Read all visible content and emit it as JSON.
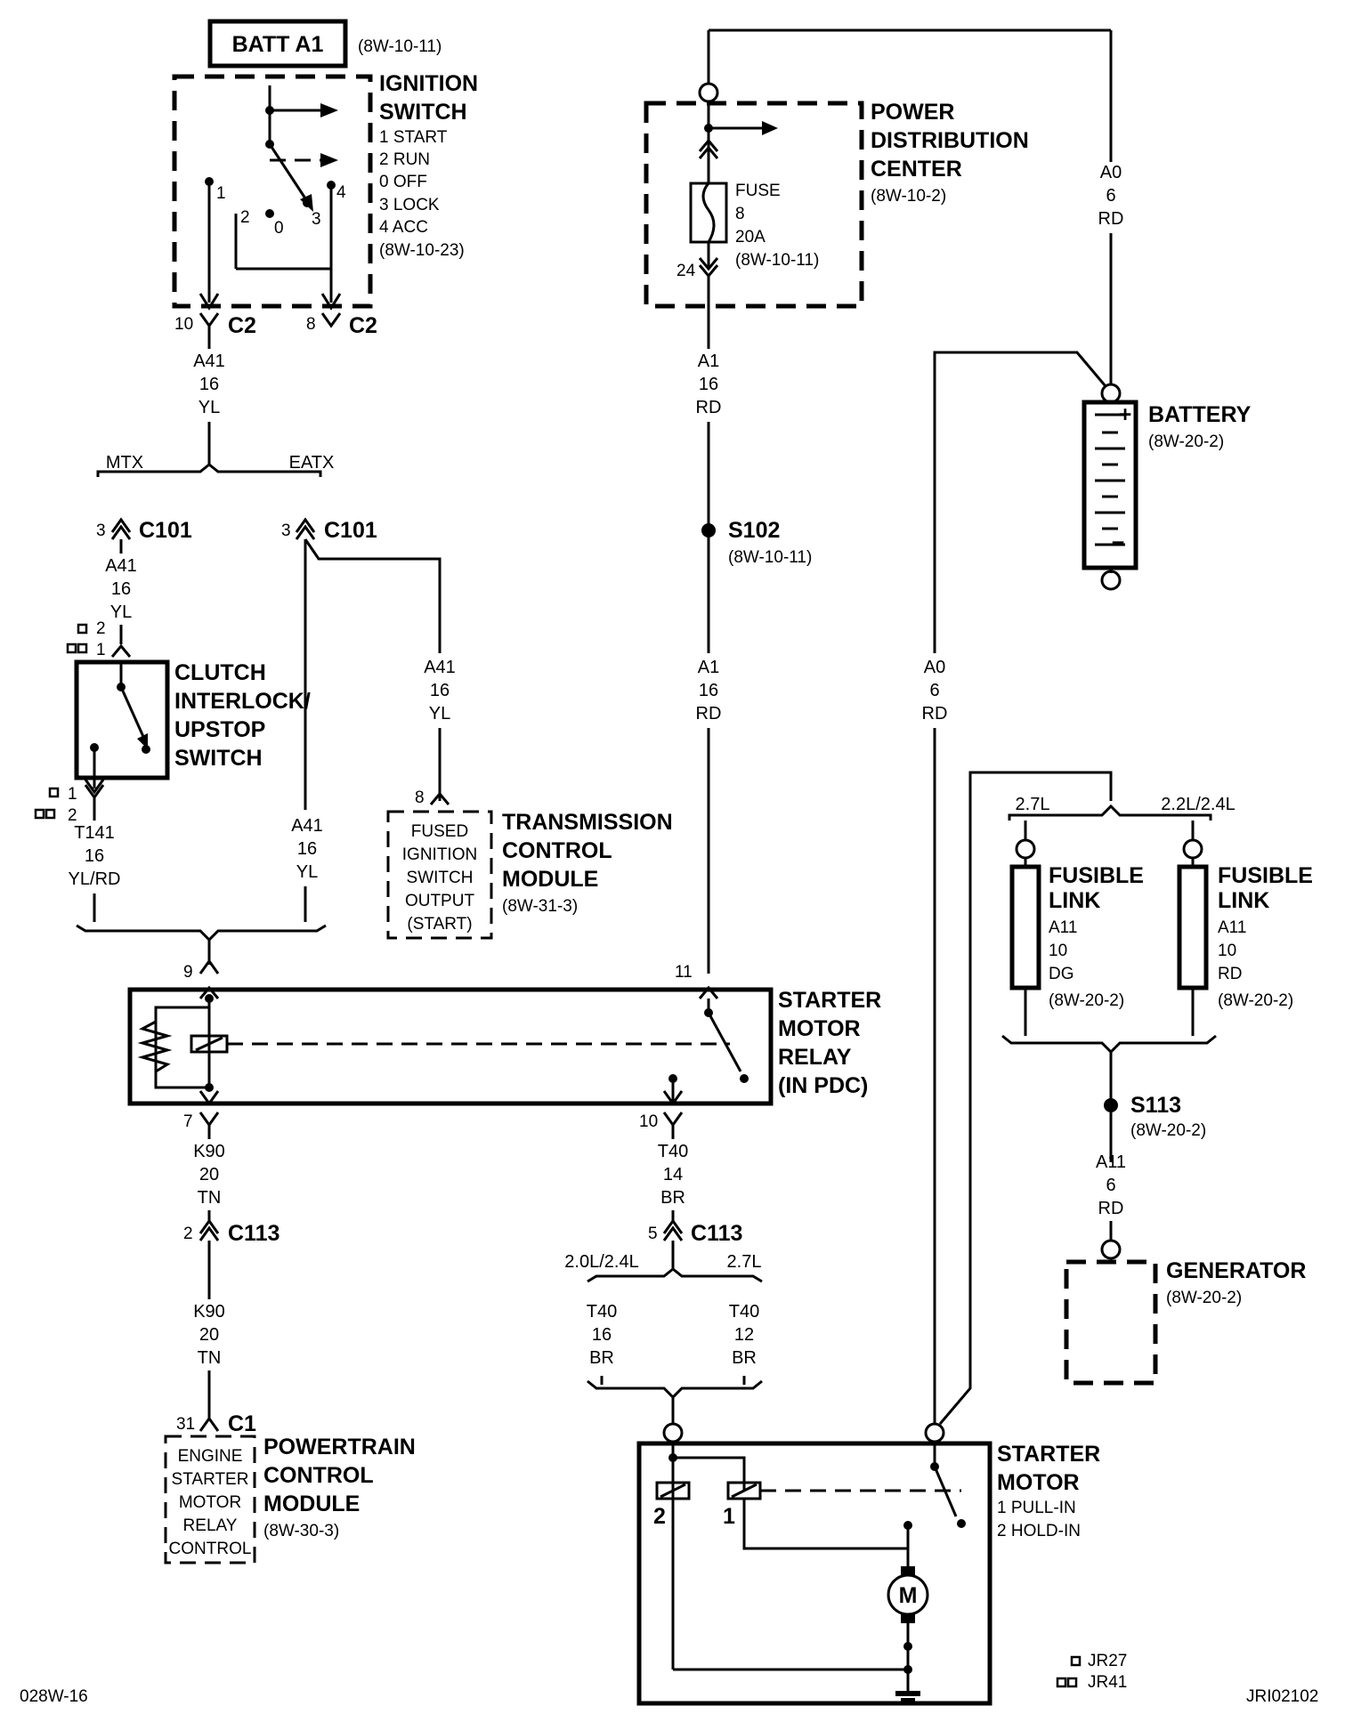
{
  "components": {
    "batt_a1": {
      "label": "BATT A1",
      "ref": "(8W-10-11)"
    },
    "ignition_switch": {
      "title1": "IGNITION",
      "title2": "SWITCH",
      "positions": [
        "1 START",
        "2 RUN",
        "0 OFF",
        "3 LOCK",
        "4 ACC"
      ],
      "ref": "(8W-10-23)",
      "terminals": [
        "1",
        "2",
        "0",
        "3",
        "4"
      ]
    },
    "pdc": {
      "title1": "POWER",
      "title2": "DISTRIBUTION",
      "title3": "CENTER",
      "ref": "(8W-10-2)"
    },
    "fuse": {
      "label": "FUSE",
      "number": "8",
      "rating": "20A",
      "ref": "(8W-10-11)",
      "pin": "24"
    },
    "battery": {
      "title": "BATTERY",
      "ref": "(8W-20-2)",
      "plus": "+",
      "minus": "−"
    },
    "clutch_switch": {
      "title1": "CLUTCH",
      "title2": "INTERLOCK/",
      "title3": "UPSTOP",
      "title4": "SWITCH"
    },
    "tcm": {
      "title1": "TRANSMISSION",
      "title2": "CONTROL",
      "title3": "MODULE",
      "ref": "(8W-31-3)",
      "inner": [
        "FUSED",
        "IGNITION",
        "SWITCH",
        "OUTPUT",
        "(START)"
      ],
      "pin": "8"
    },
    "starter_relay": {
      "title1": "STARTER",
      "title2": "MOTOR",
      "title3": "RELAY",
      "title4": "(IN PDC)"
    },
    "fusible_link_left": {
      "title1": "FUSIBLE",
      "title2": "LINK",
      "circuit": "A11",
      "gauge": "10",
      "color": "DG",
      "ref": "(8W-20-2)"
    },
    "fusible_link_right": {
      "title1": "FUSIBLE",
      "title2": "LINK",
      "circuit": "A11",
      "gauge": "10",
      "color": "RD",
      "ref": "(8W-20-2)"
    },
    "generator": {
      "title": "GENERATOR",
      "ref": "(8W-20-2)"
    },
    "pcm": {
      "title1": "POWERTRAIN",
      "title2": "CONTROL",
      "title3": "MODULE",
      "ref": "(8W-30-3)",
      "inner": [
        "ENGINE",
        "STARTER",
        "MOTOR",
        "RELAY",
        "CONTROL"
      ],
      "pin": "31",
      "connector": "C1"
    },
    "starter_motor": {
      "title1": "STARTER",
      "title2": "MOTOR",
      "line1": "1 PULL-IN",
      "line2": "2 HOLD-IN",
      "motor": "M",
      "coil2": "2",
      "coil1": "1"
    }
  },
  "connectors": {
    "c2_left": {
      "pin": "10",
      "name": "C2"
    },
    "c2_right": {
      "pin": "8",
      "name": "C2"
    },
    "c101_left": {
      "pin": "3",
      "name": "C101"
    },
    "c101_right": {
      "pin": "3",
      "name": "C101"
    },
    "relay_9": "9",
    "relay_7": "7",
    "relay_11": "11",
    "relay_10": "10",
    "c113_left": {
      "pin": "2",
      "name": "C113"
    },
    "c113_right": {
      "pin": "5",
      "name": "C113"
    },
    "clutch_pins": [
      "2",
      "1",
      "1",
      "2"
    ]
  },
  "wires": {
    "a41_top": [
      "A41",
      "16",
      "YL"
    ],
    "a41_c101": [
      "A41",
      "16",
      "YL"
    ],
    "a41_tcm": [
      "A41",
      "16",
      "YL"
    ],
    "t141": [
      "T141",
      "16",
      "YL/RD"
    ],
    "a41_eatx": [
      "A41",
      "16",
      "YL"
    ],
    "a1_top": [
      "A1",
      "16",
      "RD"
    ],
    "a1_bottom": [
      "A1",
      "16",
      "RD"
    ],
    "a0_top": [
      "A0",
      "6",
      "RD"
    ],
    "a0_mid": [
      "A0",
      "6",
      "RD"
    ],
    "k90_top": [
      "K90",
      "20",
      "TN"
    ],
    "k90_bottom": [
      "K90",
      "20",
      "TN"
    ],
    "t40_14": [
      "T40",
      "14",
      "BR"
    ],
    "t40_16": [
      "T40",
      "16",
      "BR"
    ],
    "t40_12": [
      "T40",
      "12",
      "BR"
    ],
    "a11_6": [
      "A11",
      "6",
      "RD"
    ]
  },
  "splices": {
    "s102": {
      "name": "S102",
      "ref": "(8W-10-11)"
    },
    "s113": {
      "name": "S113",
      "ref": "(8W-20-2)"
    }
  },
  "branches": {
    "mtx": "MTX",
    "eatx": "EATX",
    "l27_top": "2.7L",
    "l22_24": "2.2L/2.4L",
    "l20_24": "2.0L/2.4L",
    "l27_bottom": "2.7L"
  },
  "legend": {
    "jr27": "JR27",
    "jr41": "JR41"
  },
  "footer": {
    "left": "028W-16",
    "right": "JRI02102"
  }
}
